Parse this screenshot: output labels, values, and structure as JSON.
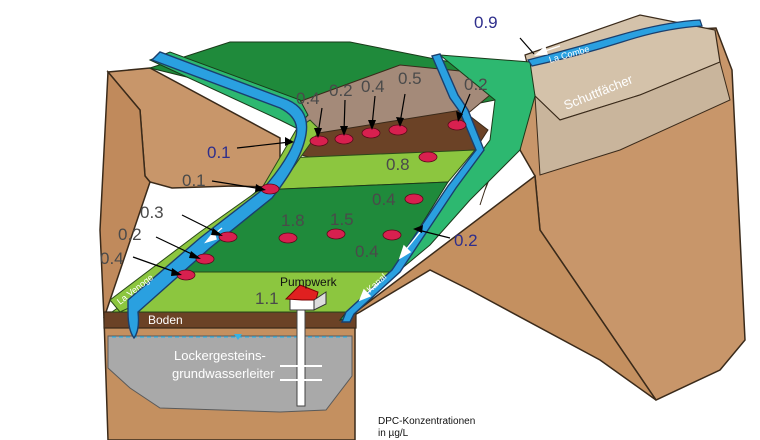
{
  "labels": {
    "v_top_1": "0.4",
    "v_top_2": "0.2",
    "v_top_3": "0.4",
    "v_top_4": "0.5",
    "v_top_5": "0.2",
    "v_venoge_upper": "0.1",
    "v_light_green": "0.8",
    "v_left_mid": "0.1",
    "v_right_mid": "0.4",
    "v_center_1": "1.8",
    "v_center_2": "1.5",
    "v_left_1": "0.3",
    "v_left_2": "0.2",
    "v_left_3": "0.4",
    "v_center_3": "0.4",
    "v_kanal": "0.2",
    "v_pumpwerk": "1.1",
    "v_la_combe": "0.9",
    "la_venoge": "La Venoge",
    "kanal": "Kanal",
    "la_combe": "La Combe",
    "schuttfaecher": "Schuttfächer",
    "pumpwerk": "Pumpwerk",
    "boden": "Boden",
    "aquifer_line1": "Lockergesteins-",
    "aquifer_line2": "grundwasserleiter",
    "legend_line1": "DPC-Konzentrationen",
    "legend_line2": "in µg/L"
  },
  "colors": {
    "dark_green": "#1f8a3b",
    "light_green": "#8cc63f",
    "bright_green": "#2db870",
    "soil_brown": "#6b4226",
    "ground_tan": "#c8966a",
    "water_blue": "#2aa0e0",
    "measurement_red": "#d8204f",
    "value_blue": "#2e2e8c",
    "value_grey": "#4a4a4a"
  }
}
